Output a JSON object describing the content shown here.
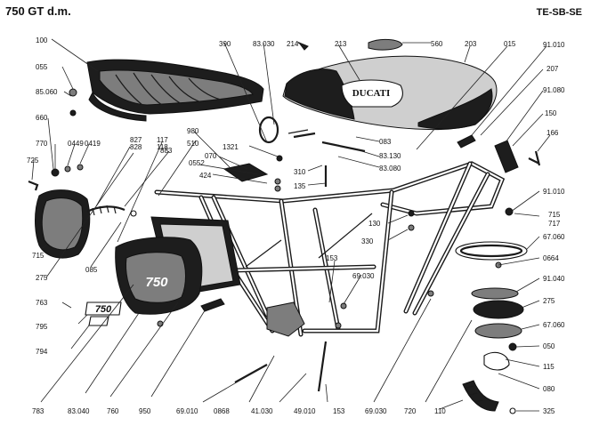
{
  "header": {
    "title": "750 GT d.m.",
    "code": "TE-SB-SE"
  },
  "tank_logo": "DUCATI",
  "side_panel_logo": "750",
  "badge_logo": "750",
  "part_numbers": [
    "100",
    "055",
    "85.060",
    "660",
    "770",
    "0449",
    "0419",
    "725",
    "715",
    "275",
    "763",
    "795",
    "794",
    "783",
    "83.040",
    "760",
    "950",
    "69.010",
    "0868",
    "41.030",
    "49.010",
    "153",
    "69.030",
    "720",
    "110",
    "325",
    "080",
    "115",
    "050",
    "67.060",
    "275",
    "91.040",
    "0664",
    "67.060",
    "717",
    "715",
    "91.010",
    "166",
    "150",
    "91.080",
    "207",
    "91.010",
    "015",
    "203",
    "560",
    "213",
    "214",
    "83.030",
    "390",
    "1321",
    "980",
    "070",
    "083",
    "83.130",
    "83.080",
    "310",
    "135",
    "130",
    "330",
    "153",
    "69.030",
    "0552",
    "424",
    "510",
    "883",
    "085",
    "827",
    "828",
    "117",
    "118"
  ]
}
